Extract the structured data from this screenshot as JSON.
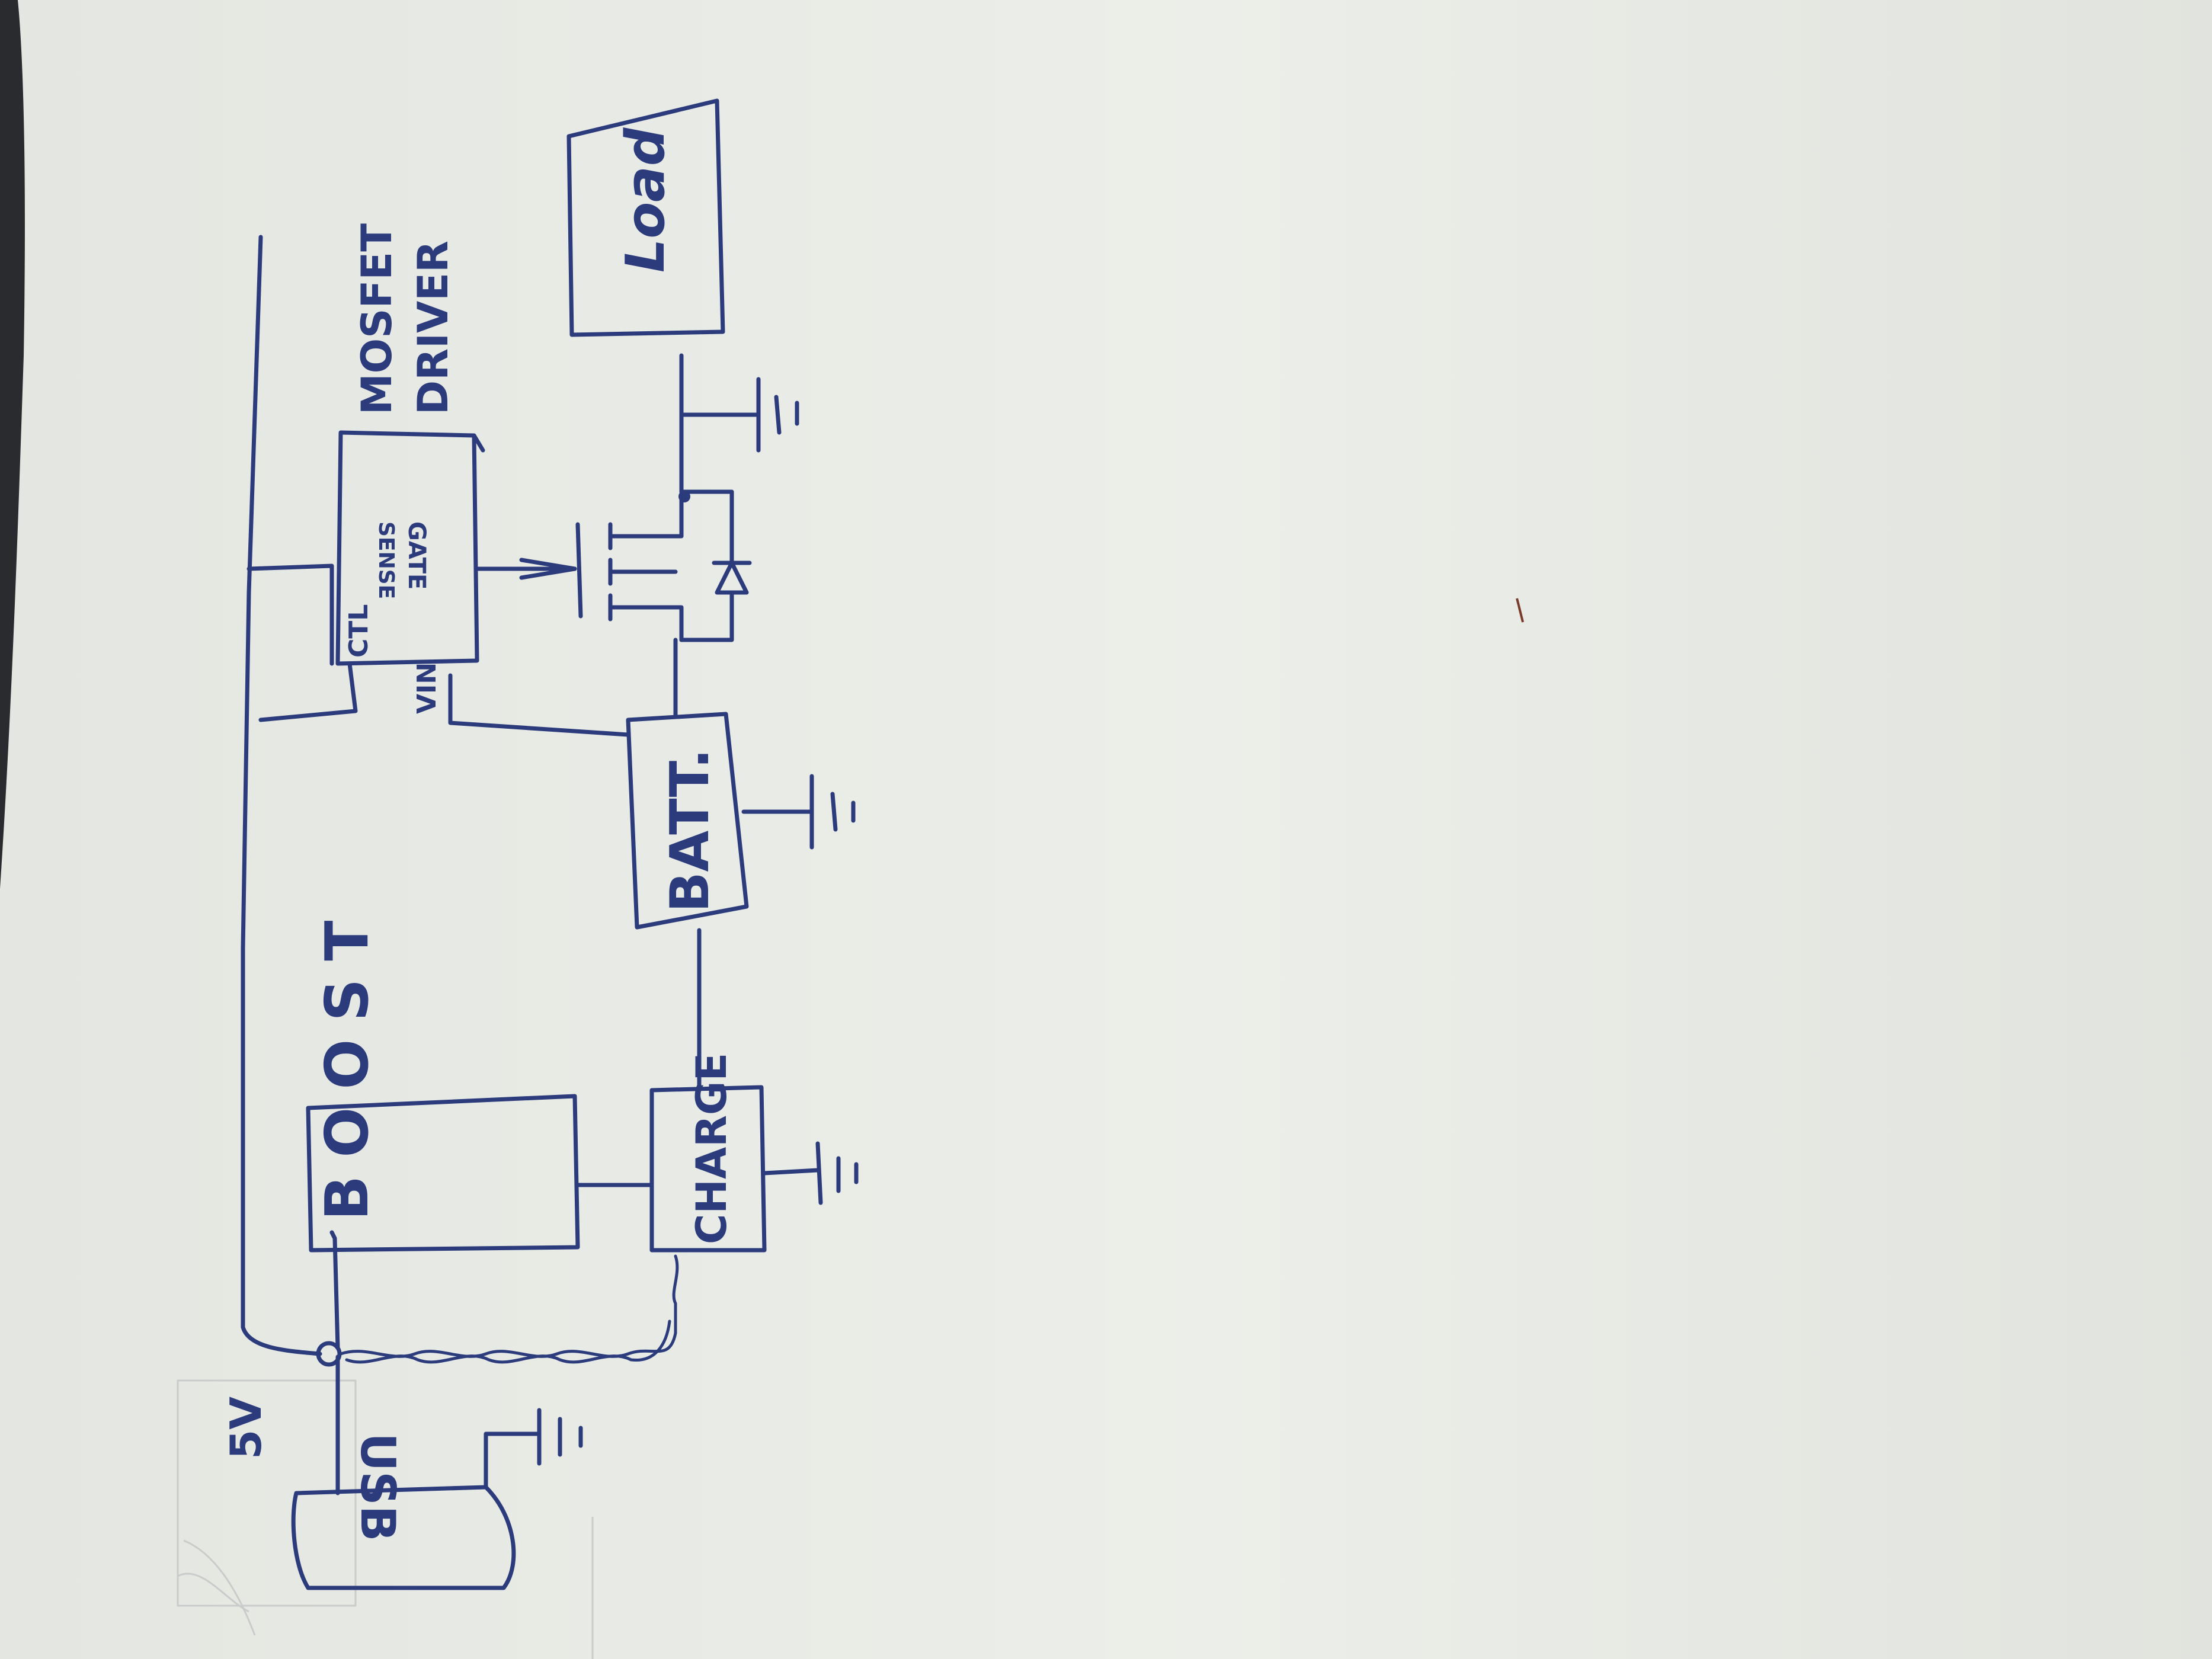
{
  "diagram": {
    "blocks": {
      "usb": "USB",
      "boost": "BOOST",
      "charge": "CHARGE",
      "battery": "BATT.",
      "mosfet_driver_box": "",
      "load": "Load"
    },
    "labels": {
      "supply_voltage": "5V",
      "driver_title_line1": "MOSFET",
      "driver_title_line2": "DRIVER",
      "pin_ctl": "CTL",
      "pin_gate": "GATE",
      "pin_sense": "SENSE",
      "pin_vin": "VIN"
    },
    "colors": {
      "ink": "#2c3b7c",
      "paper": "#eceeea",
      "background": "#2a2b2e"
    }
  }
}
